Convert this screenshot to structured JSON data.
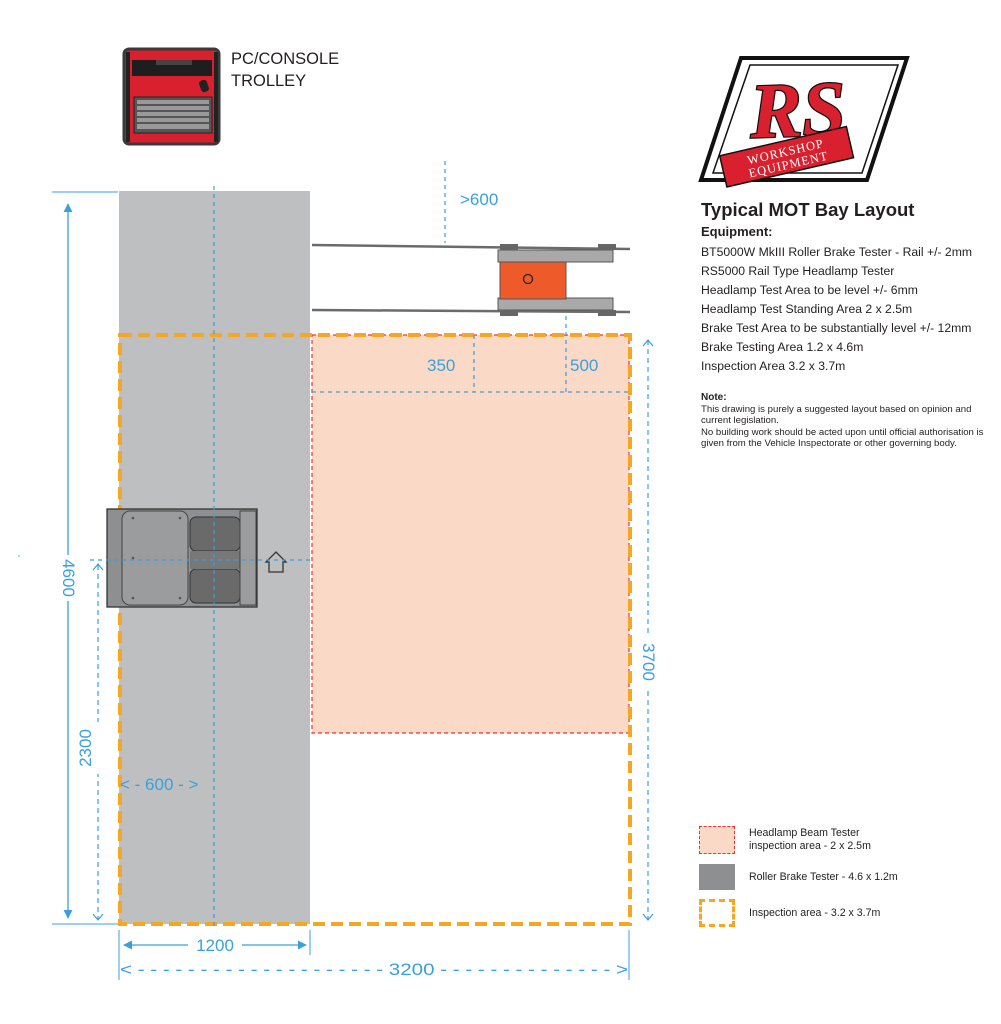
{
  "trolley_label": "PC/CONSOLE\nTROLLEY",
  "logo": {
    "letters": "RS",
    "line1": "WORKSHOP",
    "line2": "EQUIPMENT"
  },
  "info": {
    "title": "Typical MOT Bay Layout",
    "equipment_heading": "Equipment:",
    "equipment": [
      "BT5000W MkIII Roller Brake Tester - Rail +/- 2mm",
      "RS5000 Rail Type Headlamp Tester",
      "Headlamp Test Area to be level +/- 6mm",
      "Headlamp Test Standing Area 2 x 2.5m",
      "Brake Test Area to be substantially level +/- 12mm",
      "Brake Testing Area 1.2 x 4.6m",
      "Inspection Area 3.2 x 3.7m"
    ],
    "note_heading": "Note:",
    "note_text": "This drawing is purely a suggested layout based on opinion and current legislation.\nNo building work should be acted upon until official authorisation is given from the Vehicle Inspectorate or other governing body."
  },
  "dimensions": {
    "d600_top": ">600",
    "d350": "350",
    "d500": "500",
    "d4600": "4600",
    "d2300": "2300",
    "d3700": "3700",
    "d600_inner": "< - 600 - >",
    "d1200": "1200",
    "d3200": "< - - - - - - - - - - - - - - - - - - - - 3200 - - - - - - - - - - - - - - >"
  },
  "legend": [
    {
      "label": "Headlamp Beam Tester\ninspection area  -  2 x 2.5m",
      "swatch": "headlamp"
    },
    {
      "label": "Roller Brake Tester  -  4.6 x 1.2m",
      "swatch": "brake"
    },
    {
      "label": "Inspection area  -  3.2 x 3.7m",
      "swatch": "inspection"
    }
  ],
  "colors": {
    "dimension": "#3aa0dc",
    "brake_area": "#bebfc1",
    "headlamp_fill": "#fbd9c7",
    "headlamp_border": "#e8343c",
    "inspection_border": "#f5a623",
    "headlamp_tester": "#ef5a2a",
    "logo_red": "#d8202f"
  }
}
